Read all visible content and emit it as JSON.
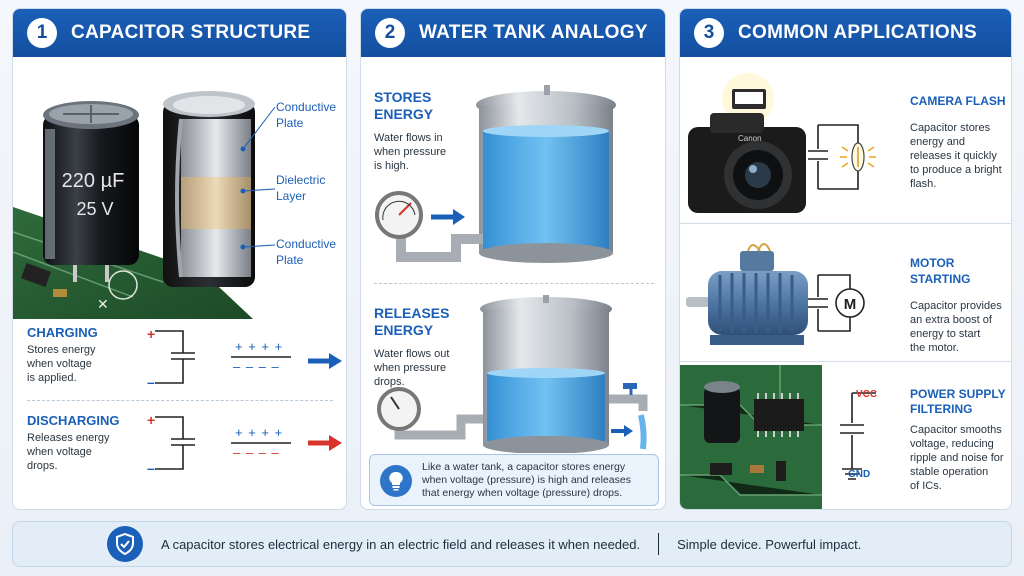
{
  "colors": {
    "brand": "#1a5fb8",
    "positive": "#d9342b",
    "negative": "#1a5fb8",
    "water": "#4aa8e8"
  },
  "panel1": {
    "number": "1",
    "title": "CAPACITOR STRUCTURE",
    "capacitor_print": {
      "value": "220 µF",
      "voltage": "25 V"
    },
    "labels": {
      "plate_top": [
        "Conductive",
        "Plate"
      ],
      "dielectric": [
        "Dielectric",
        "Layer"
      ],
      "plate_bottom": [
        "Conductive",
        "Plate"
      ]
    },
    "charging": {
      "title": "CHARGING",
      "lines": [
        "Stores energy",
        "when voltage",
        "is applied."
      ]
    },
    "discharging": {
      "title": "DISCHARGING",
      "lines": [
        "Releases energy",
        "when voltage",
        "drops."
      ]
    },
    "charge_row": "+ + + +",
    "charge_dashes": "– – – –"
  },
  "panel2": {
    "number": "2",
    "title": "WATER TANK ANALOGY",
    "stores": {
      "title": [
        "STORES",
        "ENERGY"
      ],
      "lines": [
        "Water flows in",
        "when pressure",
        "is high."
      ]
    },
    "releases": {
      "title": [
        "RELEASES",
        "ENERGY"
      ],
      "lines": [
        "Water flows out",
        "when pressure",
        "drops."
      ]
    },
    "tip": [
      "Like a water tank, a capacitor stores energy",
      "when voltage (pressure) is high and releases",
      "that energy when voltage (pressure) drops."
    ]
  },
  "panel3": {
    "number": "3",
    "title": "COMMON APPLICATIONS",
    "apps": [
      {
        "title": [
          "CAMERA FLASH"
        ],
        "lines": [
          "Capacitor stores",
          "energy and",
          "releases it quickly",
          "to produce a bright",
          "flash."
        ]
      },
      {
        "title": [
          "MOTOR STARTING"
        ],
        "lines": [
          "Capacitor provides",
          "an extra boost of",
          "energy to start",
          "the motor."
        ]
      },
      {
        "title": [
          "POWER SUPPLY",
          "FILTERING"
        ],
        "lines": [
          "Capacitor smooths",
          "voltage, reducing",
          "ripple and noise for",
          "stable operation",
          "of ICs."
        ]
      }
    ],
    "camera_brand": "Canon",
    "motor_symbol": "M",
    "vcc": "VCC",
    "gnd": "GND"
  },
  "footer": {
    "main": "A capacitor stores electrical energy in an electric field and releases it when needed.",
    "tagline": "Simple device. Powerful impact."
  }
}
